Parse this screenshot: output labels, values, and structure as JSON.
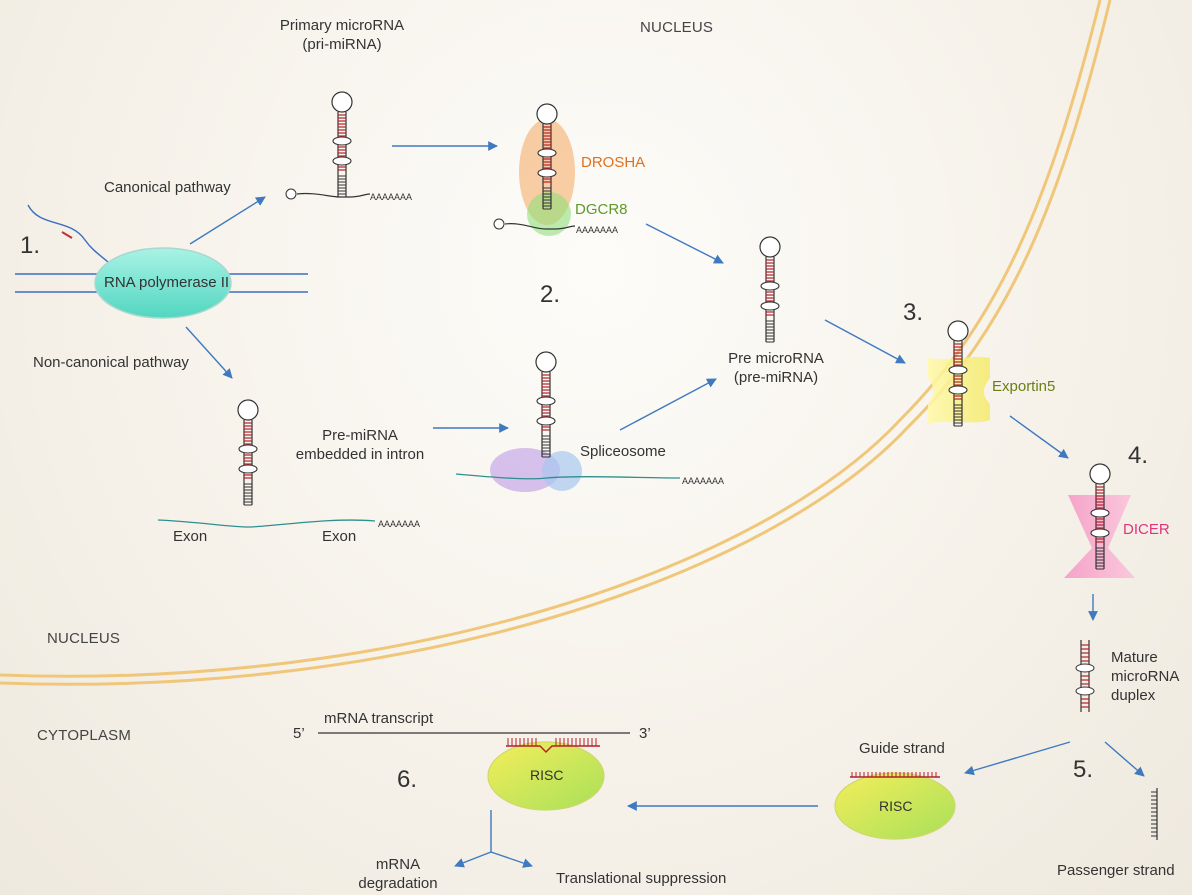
{
  "regions": {
    "nucleus_top": "NUCLEUS",
    "nucleus_left": "NUCLEUS",
    "cytoplasm": "CYTOPLASM"
  },
  "steps": [
    "1.",
    "2.",
    "3.",
    "4.",
    "5.",
    "6."
  ],
  "labels": {
    "pri_mirna_1": "Primary microRNA",
    "pri_mirna_2": "(pri-miRNA)",
    "canonical": "Canonical pathway",
    "non_canonical": "Non-canonical pathway",
    "rna_pol": "RNA polymerase II",
    "drosha": "DROSHA",
    "dgcr8": "DGCR8",
    "pre_mirna_1": "Pre microRNA",
    "pre_mirna_2": "(pre-miRNA)",
    "intron_1": "Pre-miRNA",
    "intron_2": "embedded in intron",
    "spliceosome": "Spliceosome",
    "exon_left": "Exon",
    "exon_right": "Exon",
    "exportin": "Exportin5",
    "dicer": "DICER",
    "mature_1": "Mature",
    "mature_2": "microRNA",
    "mature_3": "duplex",
    "guide": "Guide strand",
    "passenger": "Passenger strand",
    "risc_guide": "RISC",
    "risc_mrna": "RISC",
    "mrna_transcript": "mRNA transcript",
    "five_prime": "5’",
    "three_prime": "3’",
    "degradation_1": "mRNA",
    "degradation_2": "degradation",
    "translational": "Translational suppression",
    "polya": "AAAAAAA"
  },
  "colors": {
    "arrow": "#3f79c0",
    "stem_red": "#b3202a",
    "stem_dark": "#333333",
    "drosha_text": "#e2711d",
    "dgcr8_text": "#5d9a2a",
    "exportin_text": "#6b7f14",
    "dicer_text": "#e0357a",
    "membrane": "#f0c77a",
    "dna": "#3a6fc2"
  }
}
